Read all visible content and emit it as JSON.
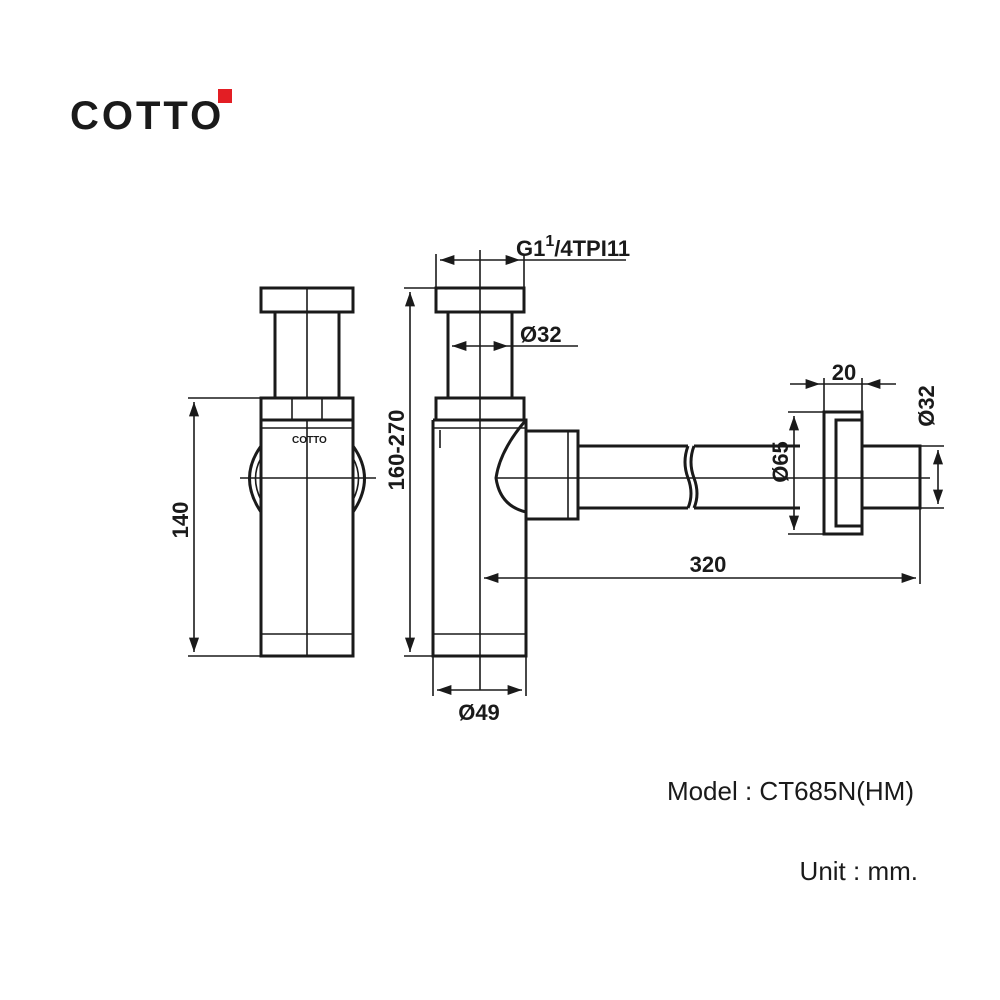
{
  "brand": {
    "name": "COTTO",
    "accent_color": "#e31e24"
  },
  "dimensions": {
    "thread": "G1 1/4TPI11",
    "thread_g": "G1",
    "thread_num": "1",
    "thread_rest": "/4TPI11",
    "inlet_dia": "Ø32",
    "flange_width": "20",
    "outlet_dia": "Ø32",
    "flange_dia": "Ø65",
    "height_front": "140",
    "height_side": "160-270",
    "reach": "320",
    "body_dia": "Ø49"
  },
  "body_label": "COTTO",
  "model": "Model : CT685N(HM)",
  "unit": "Unit : mm."
}
